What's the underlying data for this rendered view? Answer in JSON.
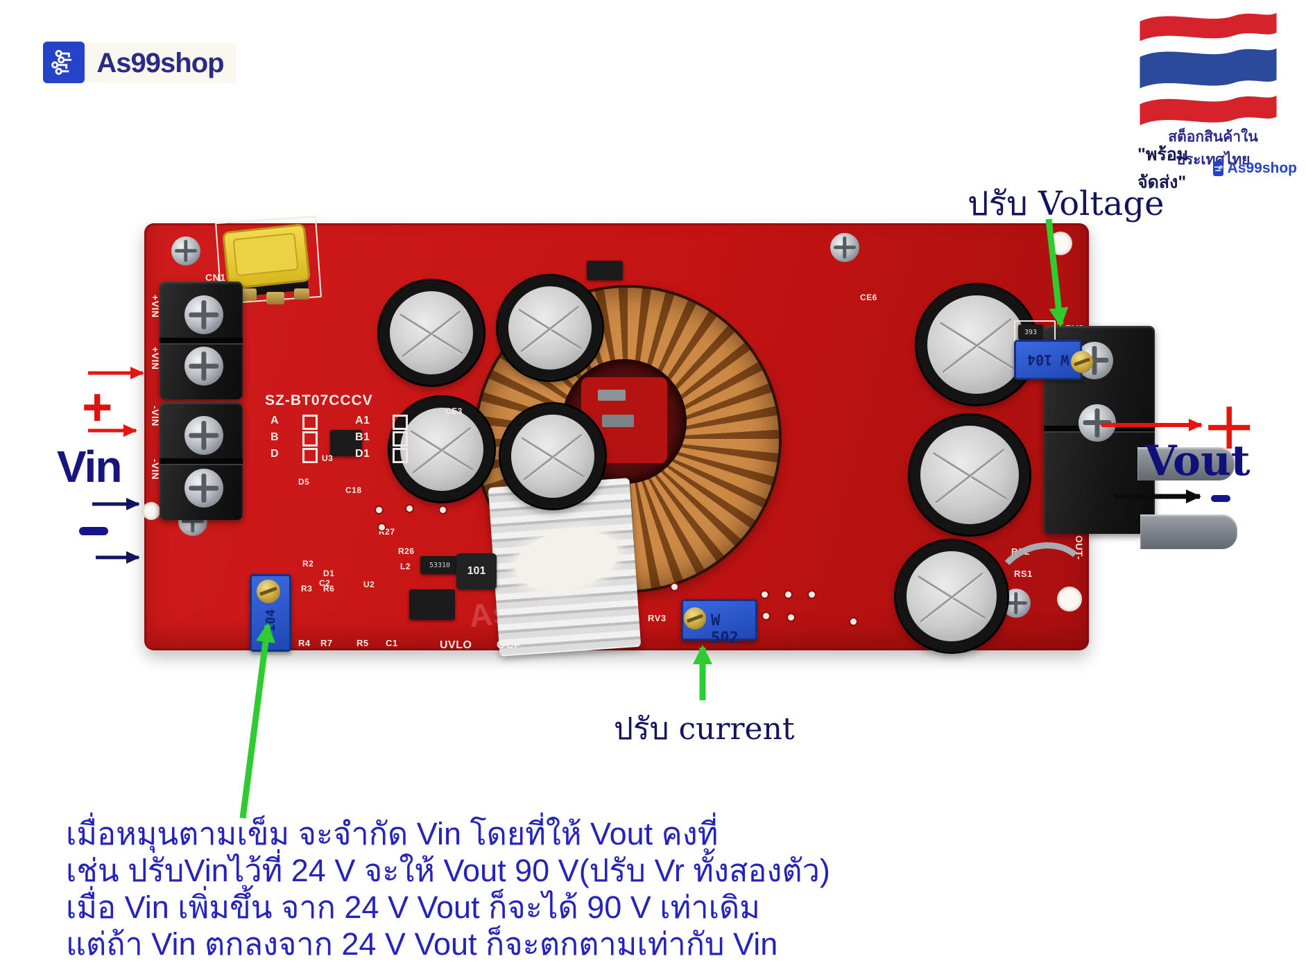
{
  "brand": {
    "logo_text": "As99shop",
    "flag_caption_line1": "สต็อกสินค้าในประเทศไทย",
    "flag_caption_line2_quote": "\"พร้อมจัดส่ง\"",
    "flag_caption_line2_brand": "As99shop"
  },
  "annotations": {
    "adjust_voltage": "ปรับ Voltage",
    "adjust_current": "ปรับ current",
    "vin_label": "Vin",
    "vin_plus": "+",
    "vin_minus": "-",
    "vout_label": "Vout",
    "vout_plus": "+",
    "vout_minus": "-"
  },
  "description_lines": [
    "เมื่อหมุนตามเข็ม จะจำกัด Vin โดยที่ให้ Vout คงที่",
    "เช่น ปรับVinไว้ที่ 24 V  จะให้ Vout 90 V(ปรับ Vr ทั้งสองตัว)",
    "เมื่อ Vin เพิ่มขึ้น จาก 24 V Vout ก็จะได้ 90 V เท่าเดิม",
    "แต่ถ้า Vin ตกลงจาก 24 V Vout ก็จะตกตามเท่ากับ Vin"
  ],
  "board_silk": {
    "model": "SZ-BT07CCCV",
    "connector": "CN1",
    "vin_terminals": [
      "+VIN",
      "+VIN",
      "-VIN",
      "-VIN"
    ],
    "jumpers_left": [
      "A",
      "B",
      "D"
    ],
    "jumpers_right": [
      "A1",
      "B1",
      "D1"
    ],
    "trimpot_voltage": "W 104",
    "trimpot_voltage_ref": "RV2",
    "trimpot_current": "W 502",
    "trimpot_current_ref": "RV3",
    "trimpot_uvlo": "104 W",
    "smd_resistor": "393",
    "inductor": "101",
    "chip_marking": "53310",
    "uvlo": "UVLO",
    "ocp": "OCP",
    "out_minus": "OUT-",
    "rs1": "RS1",
    "rs2": "RS2",
    "ce3": "CE3",
    "ce6": "CE6",
    "r2": "R2",
    "d1": "D1",
    "c2": "C2",
    "r3": "R3",
    "r6": "R6",
    "u2": "U2",
    "u3": "U3",
    "r4": "R4",
    "r7": "R7",
    "r5": "R5",
    "c1": "C1",
    "r27": "R27",
    "r26": "R26",
    "l2": "L2",
    "d5": "D5",
    "c18": "C18"
  },
  "colors": {
    "pcb_red": "#c41414",
    "annotation_navy": "#14148c",
    "arrow_red": "#e8140f",
    "arrow_green": "#2fcc2f",
    "trimpot_blue": "#2a52c4",
    "copper": "#c5803f",
    "logo_blue": "#2543c9",
    "description_blue": "#2424bd"
  }
}
